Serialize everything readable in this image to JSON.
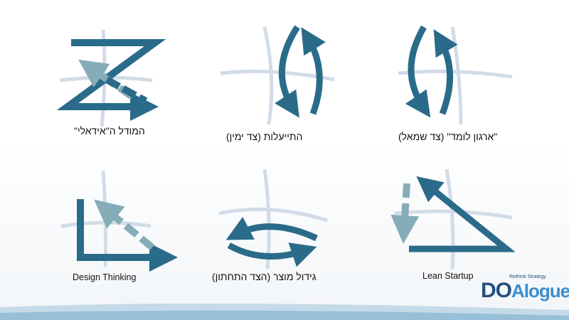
{
  "colors": {
    "arrow_dark": "#2a6b8a",
    "arrow_light": "#86adb7",
    "axis": "#d2dce8"
  },
  "diagrams": [
    {
      "caption": "המודל ה\"אידאלי\""
    },
    {
      "caption": "התייעלות (צד ימין)"
    },
    {
      "caption": "\"ארגון לומד\" (צד שמאל)"
    },
    {
      "caption": "Design Thinking"
    },
    {
      "caption": "גידול מוצר (הצד התחתון)"
    },
    {
      "caption": "Lean Startup"
    }
  ],
  "logo": {
    "main_do": "DO",
    "main_alogue": "Alogue",
    "tagline": "Rethink Strategy"
  }
}
